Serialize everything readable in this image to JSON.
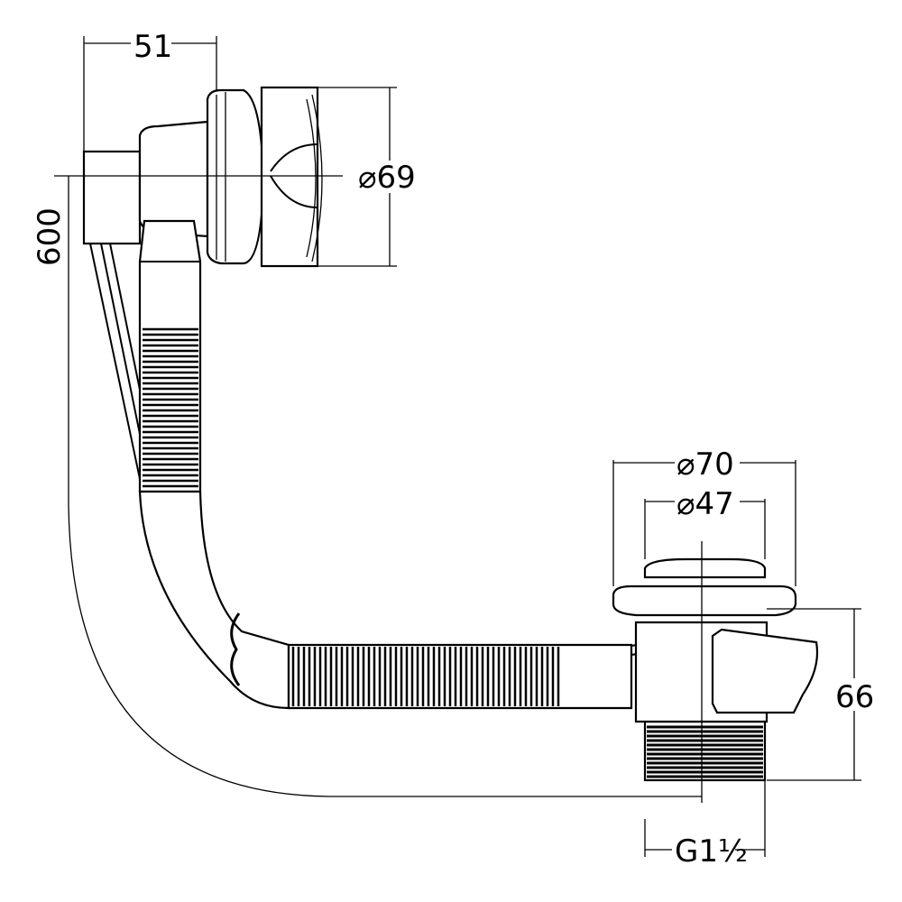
{
  "diagram": {
    "title": "Bath waste and overflow set",
    "dimensions": {
      "overflow_offset": "51",
      "overflow_diameter": "⌀69",
      "length": "600",
      "waste_plate_diameter": "⌀70",
      "waste_grate_diameter": "⌀47",
      "waste_height": "66",
      "thread": "G1½"
    },
    "colors": {
      "line": "#000000",
      "background": "#ffffff"
    }
  }
}
